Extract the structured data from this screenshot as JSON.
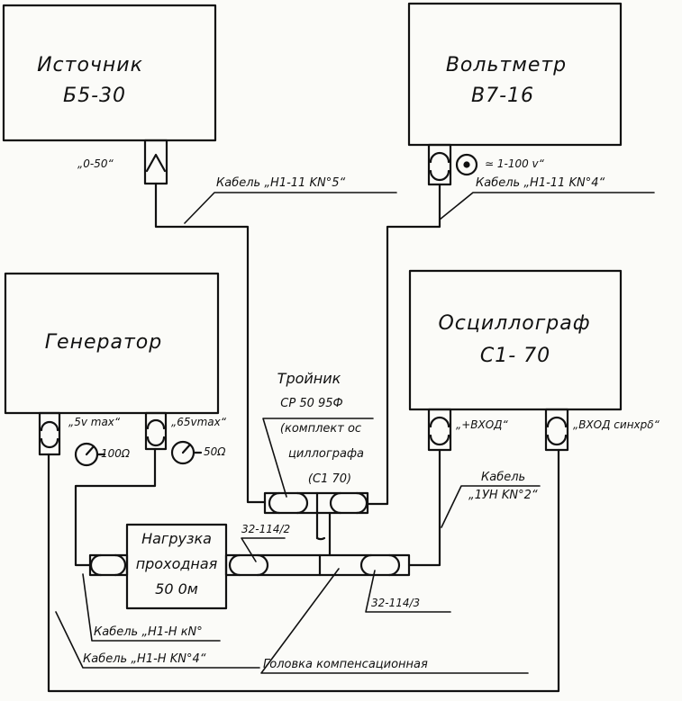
{
  "devices": {
    "source": {
      "name": "Источник",
      "model": "Б5-30"
    },
    "voltmeter": {
      "name": "Вольтметр",
      "model": "В7-16"
    },
    "generator": {
      "name": "Генератор"
    },
    "oscillo": {
      "name": "Осциллограф",
      "model": "С1- 70"
    },
    "load": {
      "line1": "Нагрузка",
      "line2": "проходная",
      "line3": "50 0м"
    }
  },
  "ports": {
    "source_out": "„0-50“",
    "volt_in": "≃ 1-100 v“",
    "gen_5v": "„5v max“",
    "gen_5v_imp": "100Ω",
    "gen_65v": "„65vmax“",
    "gen_65v_imp": "50Ω",
    "osc_in": "„+ВХОД“",
    "osc_sync": "„ВХОД синхрδ“"
  },
  "cables": {
    "c5": "Кабель „Н1-11 KN°5“",
    "c4_top": "Кабель „Н1-11 KN°4“",
    "c2": "Кабель",
    "c2_b": "„1УН KN°2“",
    "c_loop": "Кабель „Н1-Н кN°",
    "c4_bot": "Кабель „Н1-Н KN°4“"
  },
  "tee": {
    "l1": "Тройник",
    "l2": "СР 50 95Ф",
    "l3": "(комплект ос",
    "l4": "циллографа",
    "l5": "(С1 70)"
  },
  "parts": {
    "p2": "32-114/2",
    "p3": "32-114/3",
    "head": "Головка компенсационная"
  }
}
